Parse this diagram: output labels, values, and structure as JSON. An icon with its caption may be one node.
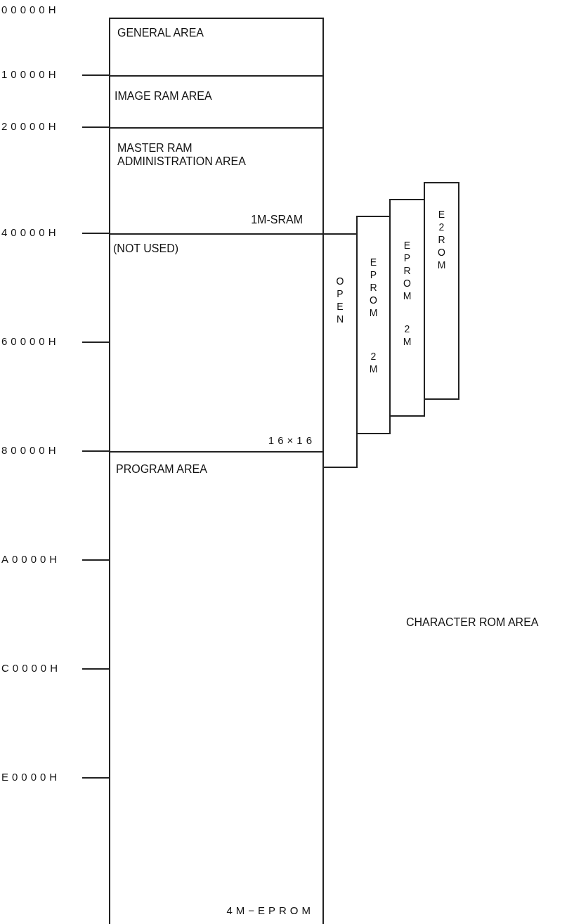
{
  "diagram": {
    "nodes": [
      {
        "text": [
          "GENERAL AREA"
        ]
      },
      {
        "text": [
          "IMAGE RAM AREA"
        ]
      },
      {
        "text": [
          "MASTER RAM ADMINISTRATION AREA",
          "1M-SRAM"
        ]
      },
      {
        "text": [
          "(NOT USED)",
          "16×16"
        ]
      },
      {
        "text": [
          "PROGRAM AREA",
          "4M−EPROM"
        ]
      },
      {
        "text": [
          "OPEN"
        ]
      },
      {
        "text": [
          "EPROM",
          "2M"
        ]
      },
      {
        "text": [
          "EPROM",
          "2M"
        ]
      },
      {
        "text": [
          "E2ROM"
        ]
      }
    ],
    "labels": [
      "00000H",
      "10000H",
      "20000H",
      "40000H",
      "60000H",
      "80000H",
      "A0000H",
      "C0000H",
      "E0000H",
      "CHARACTER ROM AREA"
    ]
  }
}
